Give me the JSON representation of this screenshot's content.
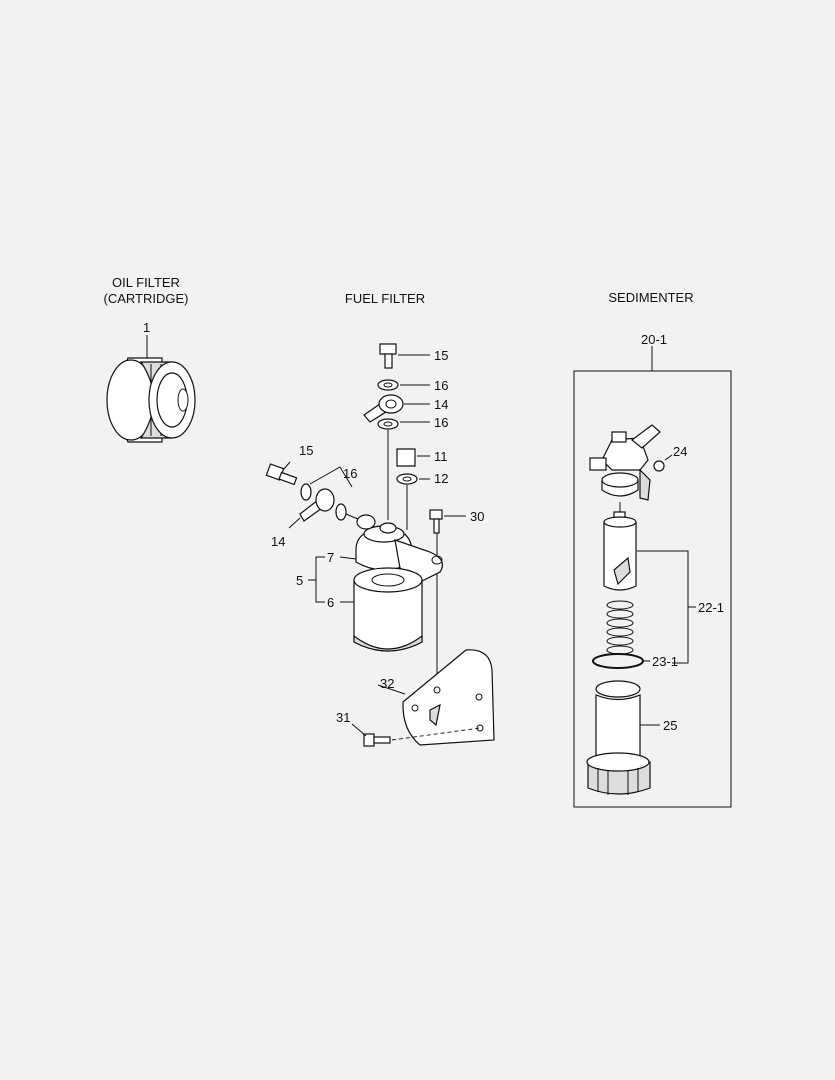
{
  "headings": {
    "oil_filter_line1": "OIL FILTER",
    "oil_filter_line2": "(CARTRIDGE)",
    "fuel_filter": "FUEL FILTER",
    "sedimenter": "SEDIMENTER"
  },
  "callouts": {
    "oil_1": "1",
    "f15_top": "15",
    "f16_a": "16",
    "f14_right": "14",
    "f16_b": "16",
    "f11": "11",
    "f12": "12",
    "f15_left": "15",
    "f16_left": "16",
    "f14_left": "14",
    "f30": "30",
    "f7": "7",
    "f5": "5",
    "f6": "6",
    "f32": "32",
    "f31": "31",
    "s20_1": "20-1",
    "s24": "24",
    "s22_1": "22-1",
    "s23_1": "23-1",
    "s25": "25"
  }
}
